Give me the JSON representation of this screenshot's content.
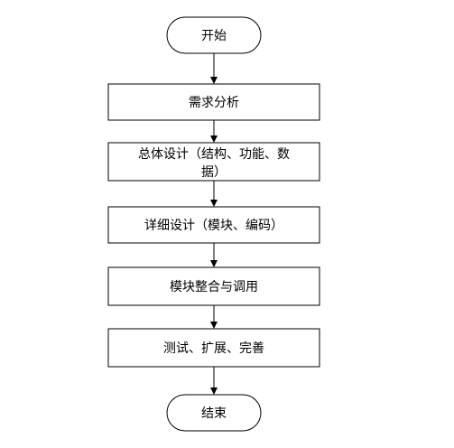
{
  "flowchart": {
    "start_label": "开始",
    "end_label": "结束",
    "steps": [
      {
        "lines": [
          "需求分析"
        ]
      },
      {
        "lines": [
          "总体设计（结构、功能、数",
          "据）"
        ]
      },
      {
        "lines": [
          "详细设计（模块、编码）"
        ]
      },
      {
        "lines": [
          "模块整合与调用"
        ]
      },
      {
        "lines": [
          "测试、扩展、完善"
        ]
      }
    ]
  },
  "colors": {
    "stroke": "#000000",
    "text": "#000000",
    "background": "#ffffff"
  }
}
